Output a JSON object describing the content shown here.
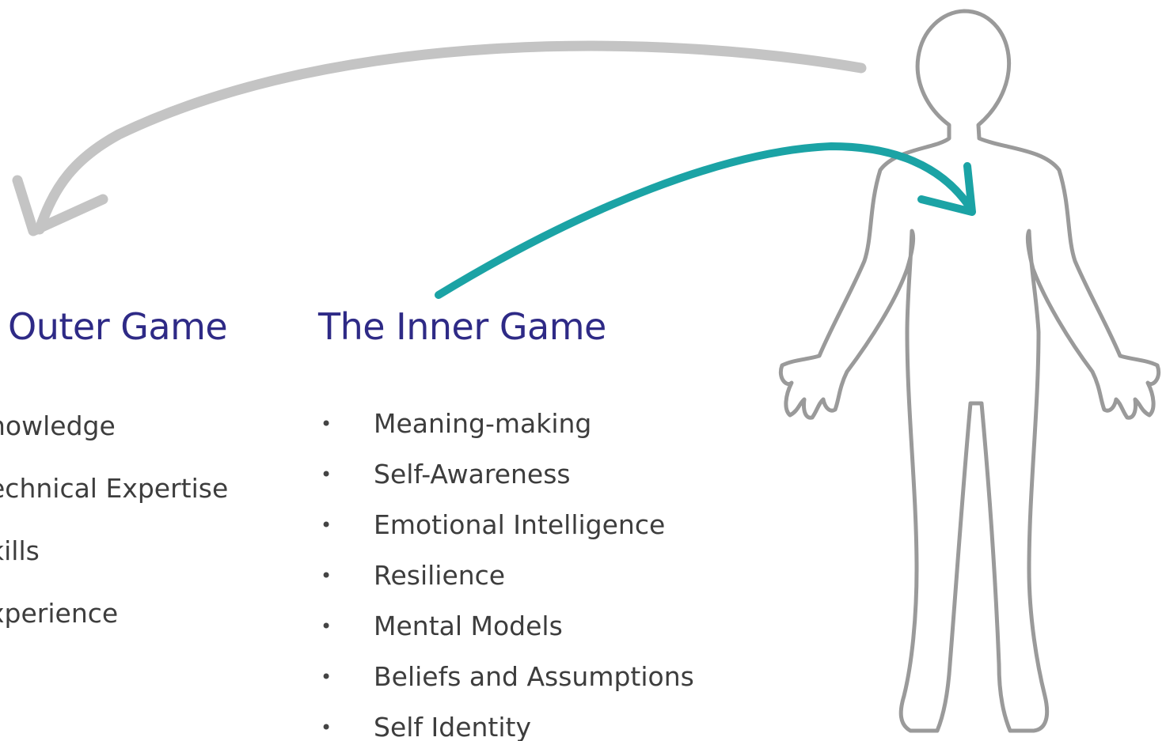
{
  "outer_game": {
    "title": "Outer Game",
    "items": [
      "nowledge",
      "echnical Expertise",
      "kills",
      "xperience"
    ]
  },
  "inner_game": {
    "title": "The Inner Game",
    "bullet": "•",
    "items": [
      "Meaning-making",
      "Self-Awareness",
      "Emotional Intelligence",
      "Resilience",
      "Mental Models",
      "Beliefs and Assumptions",
      "Self Identity"
    ]
  },
  "colors": {
    "heading": "#2e2a86",
    "text": "#3d3d3d",
    "outer_arrow": "#c4c4c4",
    "inner_arrow": "#1ba3a5",
    "figure_outline": "#9a9a9a"
  },
  "icons": {
    "outer_arrow": "curved-arrow-left-icon",
    "inner_arrow": "curved-arrow-right-icon",
    "figure": "human-figure-outline-icon"
  }
}
